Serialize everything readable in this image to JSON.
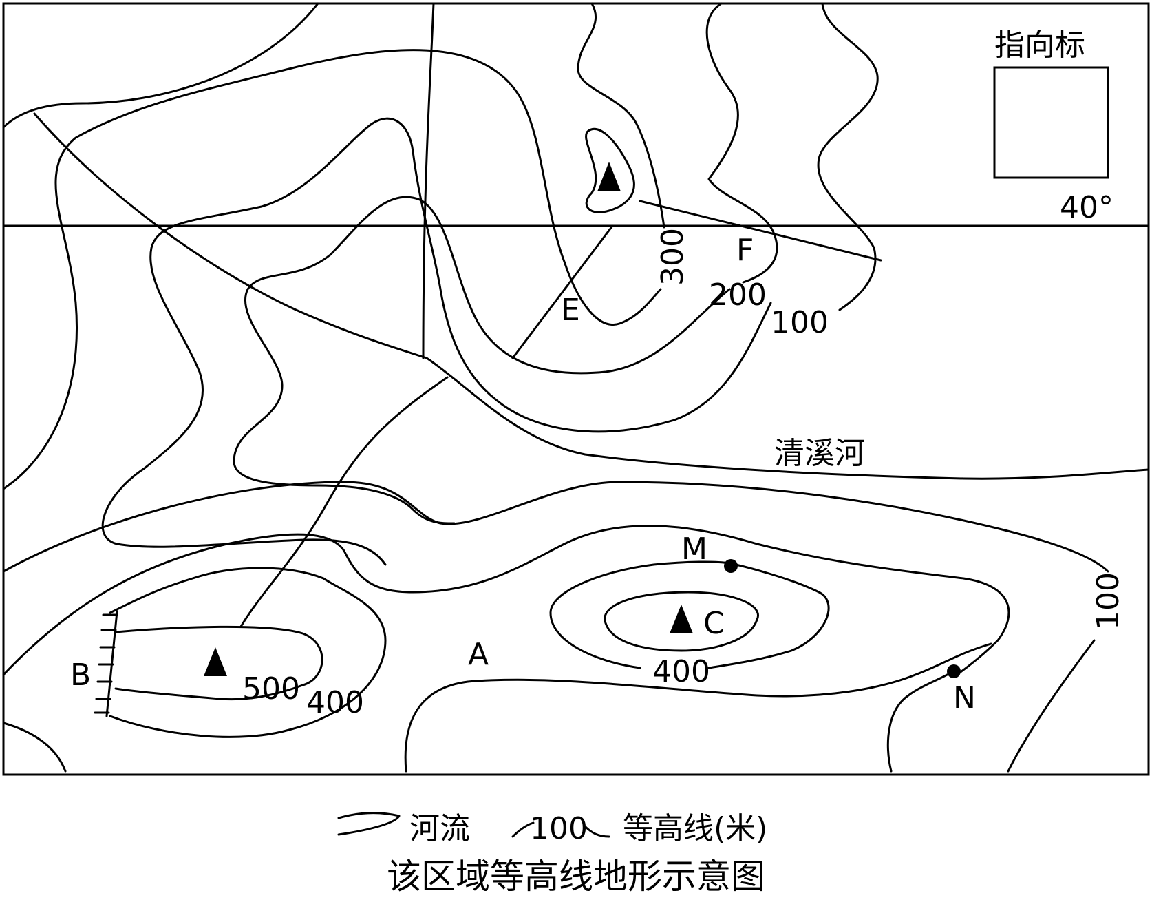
{
  "map": {
    "river_name": "清溪河",
    "points": {
      "A": "A",
      "B": "B",
      "C": "C",
      "E": "E",
      "F": "F",
      "M": "M",
      "N": "N"
    },
    "contour_labels": {
      "c300": "300",
      "c200": "200",
      "c100_top": "100",
      "c100_right": "100",
      "c500": "500",
      "c400_left": "400",
      "c400_center": "400"
    }
  },
  "compass": {
    "label": "指向标",
    "angle": "40°"
  },
  "legend": {
    "river": "河流",
    "contour_sample": "100",
    "contour": "等高线(米)"
  },
  "title": "该区域等高线地形示意图"
}
